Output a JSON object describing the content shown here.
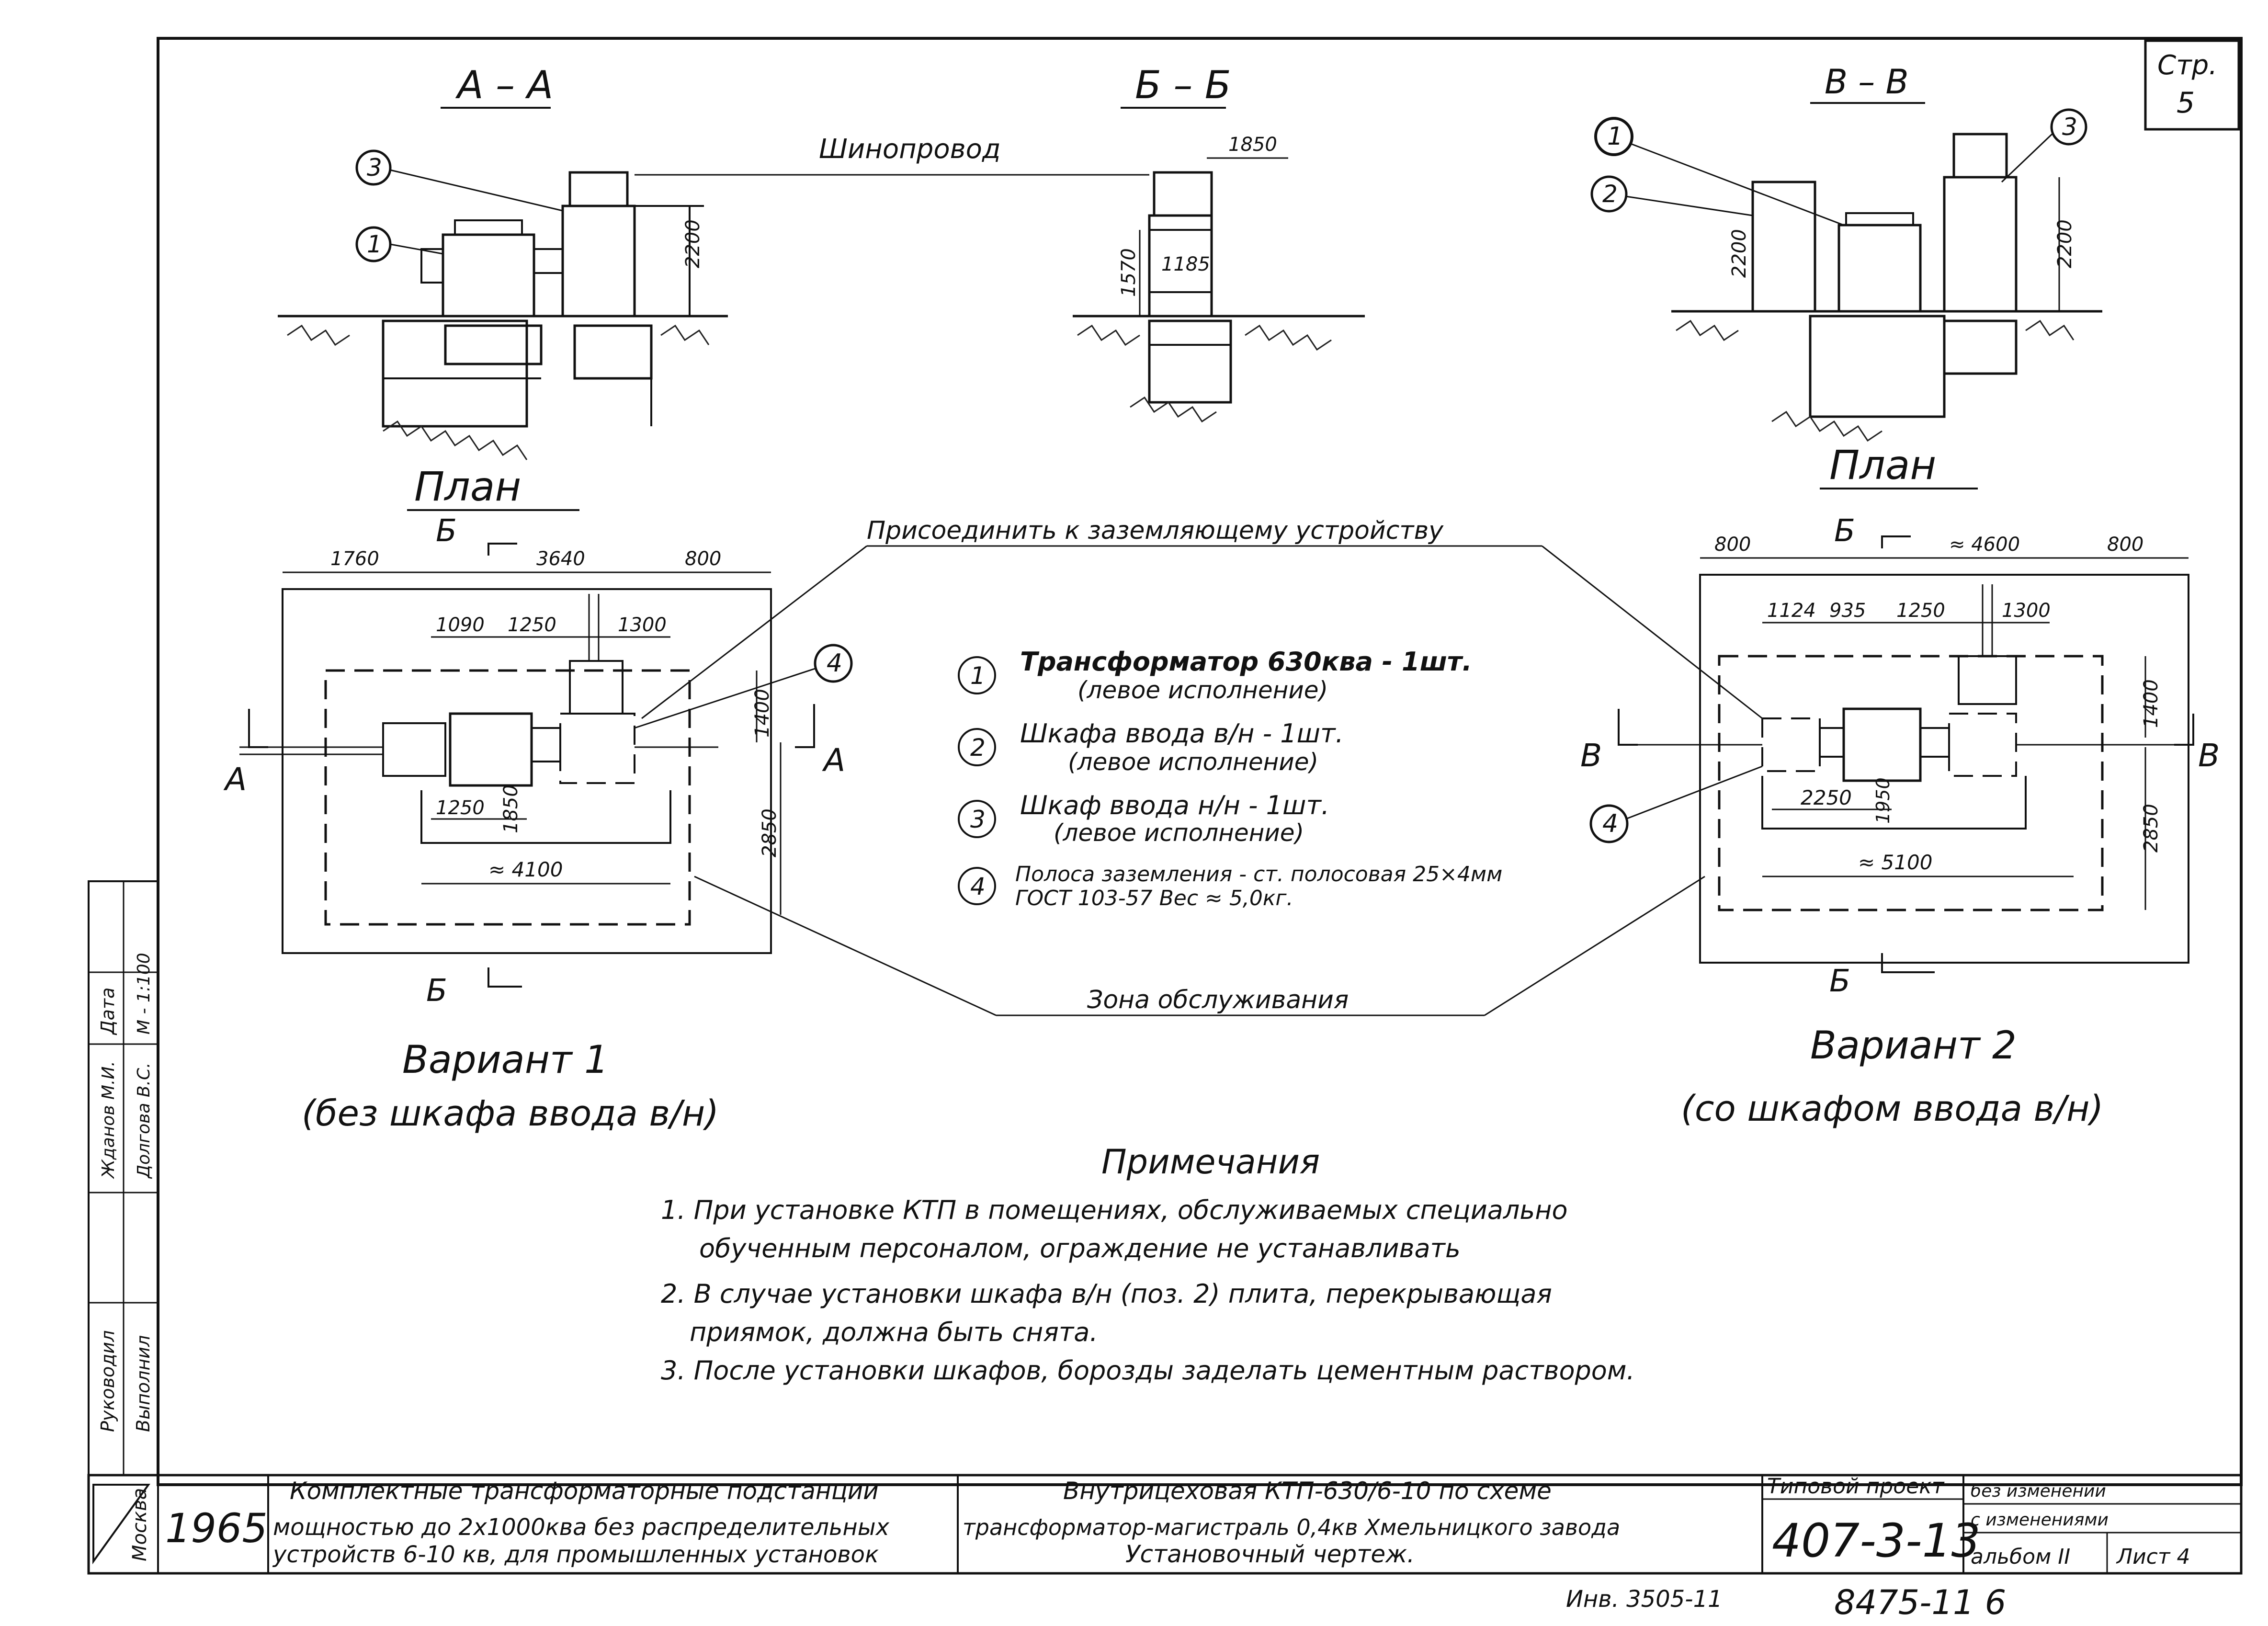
{
  "sheet": {
    "page_label": "Стр.",
    "page_num": "5"
  },
  "sections": {
    "aa": "А – А",
    "bb": "Б – Б",
    "vv": "В – В",
    "shinoprovod": "Шинопровод",
    "plan1": "План",
    "plan2": "План",
    "prisoed": "Присоединить к заземляющему устройству",
    "zona": "Зона обслуживания"
  },
  "dims": {
    "aa_h": "2200",
    "bb_w": "1850",
    "bb_h": "1570",
    "bb_in": "1185",
    "vv_h1": "2200",
    "vv_h2": "2200",
    "p1_a": "1760",
    "p1_b": "3640",
    "p1_c": "800",
    "p1_d": "1090",
    "p1_e": "1250",
    "p1_f": "1300",
    "p1_g": "1400",
    "p1_h": "1250",
    "p1_i": "1850",
    "p1_j": "2850",
    "p1_k": "≈ 4100",
    "p2_a": "800",
    "p2_b": "≈ 4600",
    "p2_c": "800",
    "p2_d": "1124",
    "p2_e": "935",
    "p2_f": "1250",
    "p2_g": "1300",
    "p2_h": "1400",
    "p2_i": "2250",
    "p2_j": "1950",
    "p2_k": "2850",
    "p2_l": "≈ 5100"
  },
  "markers": {
    "p1_top": "Б",
    "p1_bottom": "Б",
    "p1_left": "А",
    "p1_right": "А",
    "p2_top": "Б",
    "p2_bottom": "Б",
    "p2_left": "В",
    "p2_right": "В",
    "c1": "1",
    "c2": "2",
    "c3": "3",
    "c4": "4"
  },
  "legend": [
    {
      "num": "1",
      "line1": "Трансформатор 630ква - 1шт.",
      "line2": "(левое исполнение)"
    },
    {
      "num": "2",
      "line1": "Шкафа ввода в/н - 1шт.",
      "line2": "(левое исполнение)"
    },
    {
      "num": "3",
      "line1": "Шкаф ввода н/н - 1шт.",
      "line2": "(левое исполнение)"
    },
    {
      "num": "4",
      "line1": "Полоса заземления - ст. полосовая 25×4мм",
      "line2": "ГОСТ 103-57  Вес ≈ 5,0кг."
    }
  ],
  "variants": {
    "v1_title": "Вариант 1",
    "v1_sub": "(без шкафа ввода в/н)",
    "v2_title": "Вариант 2",
    "v2_sub": "(со шкафом ввода в/н)"
  },
  "notes": {
    "title": "Примечания",
    "n1a": "1. При установке КТП в помещениях, обслуживаемых специально",
    "n1b": "обученным персоналом, ограждение не устанавливать",
    "n2a": "2. В случае установки шкафа в/н (поз. 2) плита, перекрывающая",
    "n2b": "приямок, должна быть снята.",
    "n3": "3. После установки шкафов, борозды заделать цементным раствором."
  },
  "side_stamp": {
    "rukovodil": "Руководил",
    "vypolnil": "Выполнил",
    "name1": "Жданов М.И.",
    "name2": "Долгова В.С.",
    "data_label": "Дата",
    "scale": "М - 1:100"
  },
  "title_block": {
    "city": "Москва",
    "year": "1965",
    "desc1": "Комплектные трансформаторные подстанции",
    "desc2": "мощностью до 2х1000ква без распределительных",
    "desc3": "устройств 6-10 кв, для промышленных установок",
    "name1": "Внутрицеховая КТП-630/6-10 по схеме",
    "name2": "трансформатор-магистраль 0,4кв Хмельницкого завода",
    "name3": "Установочный чертеж.",
    "type_label": "Типовой проект",
    "type_num": "407-3-13",
    "changes1": "без изменений",
    "changes2": "с изменениями",
    "album": "альбом II",
    "sheet": "Лист 4"
  },
  "footer": {
    "inv": "Инв. 3505-11",
    "num": "8475-11  6"
  }
}
